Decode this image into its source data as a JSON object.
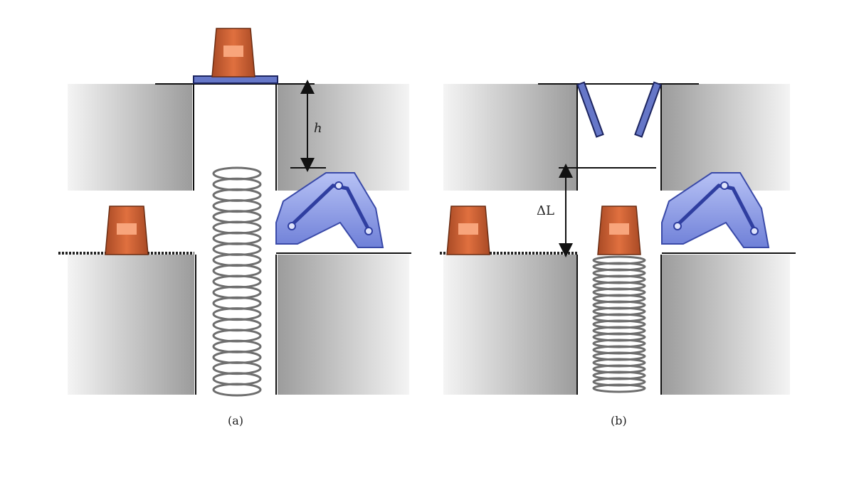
{
  "labels": {
    "panel_a_caption": "(a)",
    "panel_b_caption": "(b)",
    "height_symbol": "h",
    "delta_symbol": "ΔL"
  },
  "colors": {
    "wall_dark": "#9a9a9a",
    "wall_light": "#f2f2f2",
    "box_orange": "#d9663a",
    "box_highlight": "#f7a27a",
    "arm_blue": "#8c9de8",
    "arm_dark": "#3a4aa8",
    "spring": "#7a7a7a",
    "line": "#111111"
  }
}
